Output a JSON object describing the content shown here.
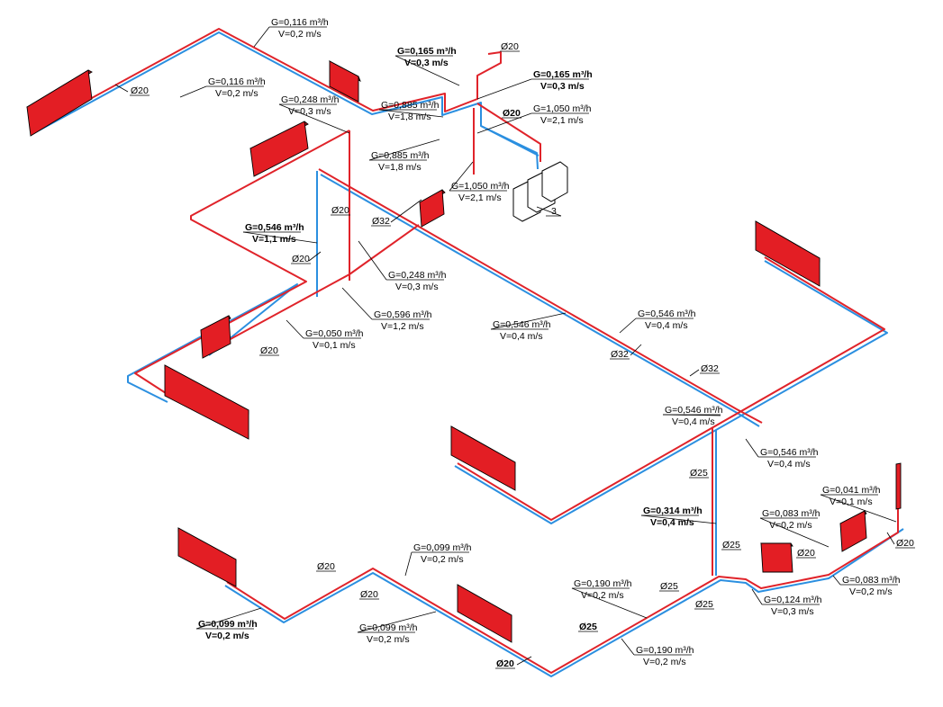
{
  "flow_labels": [
    {
      "g": "G=0,116 m³/h",
      "v": "V=0,2 m/s",
      "bold": false
    },
    {
      "g": "G=0,116 m³/h",
      "v": "V=0,2 m/s",
      "bold": false
    },
    {
      "g": "G=0,165 m³/h",
      "v": "V=0,3 m/s",
      "bold": true
    },
    {
      "g": "G=0,165 m³/h",
      "v": "V=0,3 m/s",
      "bold": true
    },
    {
      "g": "G=0,248 m³/h",
      "v": "V=0,3 m/s",
      "bold": false
    },
    {
      "g": "G=0,885 m³/h",
      "v": "V=1,8 m/s",
      "bold": false
    },
    {
      "g": "G=1,050 m³/h",
      "v": "V=2,1 m/s",
      "bold": false
    },
    {
      "g": "G=0,885 m³/h",
      "v": "V=1,8 m/s",
      "bold": false
    },
    {
      "g": "G=1,050 m³/h",
      "v": "V=2,1 m/s",
      "bold": false
    },
    {
      "g": "G=0,546 m³/h",
      "v": "V=1,1 m/s",
      "bold": true
    },
    {
      "g": "G=0,248 m³/h",
      "v": "V=0,3 m/s",
      "bold": false
    },
    {
      "g": "G=0,596 m³/h",
      "v": "V=1,2 m/s",
      "bold": false
    },
    {
      "g": "G=0,050 m³/h",
      "v": "V=0,1 m/s",
      "bold": false
    },
    {
      "g": "G=0,546 m³/h",
      "v": "V=0,4 m/s",
      "bold": false
    },
    {
      "g": "G=0,546 m³/h",
      "v": "V=0,4 m/s",
      "bold": false
    },
    {
      "g": "G=0,546 m³/h",
      "v": "V=0,4 m/s",
      "bold": false
    },
    {
      "g": "G=0,546 m³/h",
      "v": "V=0,4 m/s",
      "bold": false
    },
    {
      "g": "G=0,314 m³/h",
      "v": "V=0,4 m/s",
      "bold": true
    },
    {
      "g": "G=0,041 m³/h",
      "v": "V=0,1 m/s",
      "bold": false
    },
    {
      "g": "G=0,083 m³/h",
      "v": "V=0,2 m/s",
      "bold": false
    },
    {
      "g": "G=0,083 m³/h",
      "v": "V=0,2 m/s",
      "bold": false
    },
    {
      "g": "G=0,124 m³/h",
      "v": "V=0,3 m/s",
      "bold": false
    },
    {
      "g": "G=0,190 m³/h",
      "v": "V=0,2 m/s",
      "bold": false
    },
    {
      "g": "G=0,190 m³/h",
      "v": "V=0,2 m/s",
      "bold": false
    },
    {
      "g": "G=0,099 m³/h",
      "v": "V=0,2 m/s",
      "bold": false
    },
    {
      "g": "G=0,099 m³/h",
      "v": "V=0,2 m/s",
      "bold": true
    },
    {
      "g": "G=0,099 m³/h",
      "v": "V=0,2 m/s",
      "bold": false
    }
  ],
  "diameter_labels": [
    {
      "text": "Ø20",
      "bold": false
    },
    {
      "text": "Ø20",
      "bold": false
    },
    {
      "text": "Ø20",
      "bold": true
    },
    {
      "text": "Ø20",
      "bold": false
    },
    {
      "text": "Ø32",
      "bold": false
    },
    {
      "text": "Ø20",
      "bold": false
    },
    {
      "text": "Ø20",
      "bold": false
    },
    {
      "text": "Ø32",
      "bold": false
    },
    {
      "text": "Ø32",
      "bold": false
    },
    {
      "text": "Ø25",
      "bold": false
    },
    {
      "text": "Ø25",
      "bold": false
    },
    {
      "text": "Ø20",
      "bold": false
    },
    {
      "text": "Ø20",
      "bold": false
    },
    {
      "text": "Ø25",
      "bold": false
    },
    {
      "text": "Ø25",
      "bold": false
    },
    {
      "text": "Ø25",
      "bold": true
    },
    {
      "text": "Ø20",
      "bold": false
    },
    {
      "text": "Ø20",
      "bold": false
    },
    {
      "text": "Ø20",
      "bold": true
    }
  ],
  "boiler": {
    "marker": "3"
  },
  "colors": {
    "supply": "#e0232a",
    "return": "#2b8fe0",
    "radiator": "#e31e24"
  }
}
